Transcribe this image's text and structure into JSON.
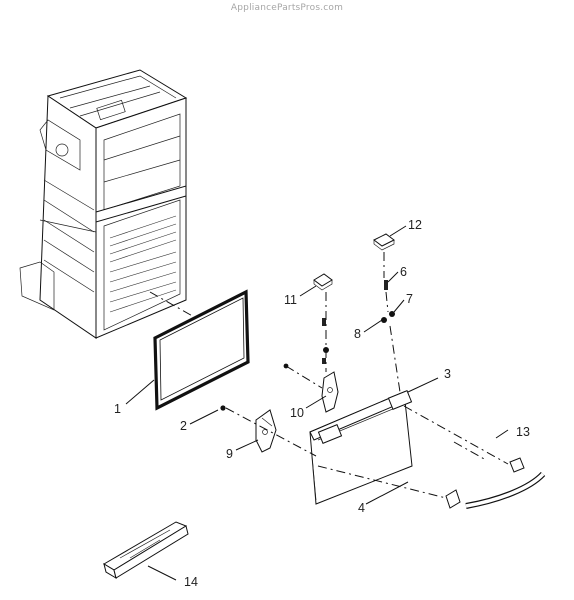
{
  "watermark": "AppliancePartsPros.com",
  "callouts": {
    "c1": "1",
    "c2": "2",
    "c3": "3",
    "c4": "4",
    "c6": "6",
    "c7": "7",
    "c8": "8",
    "c9": "9",
    "c10": "10",
    "c11": "11",
    "c12": "12",
    "c13": "13",
    "c14": "14"
  }
}
